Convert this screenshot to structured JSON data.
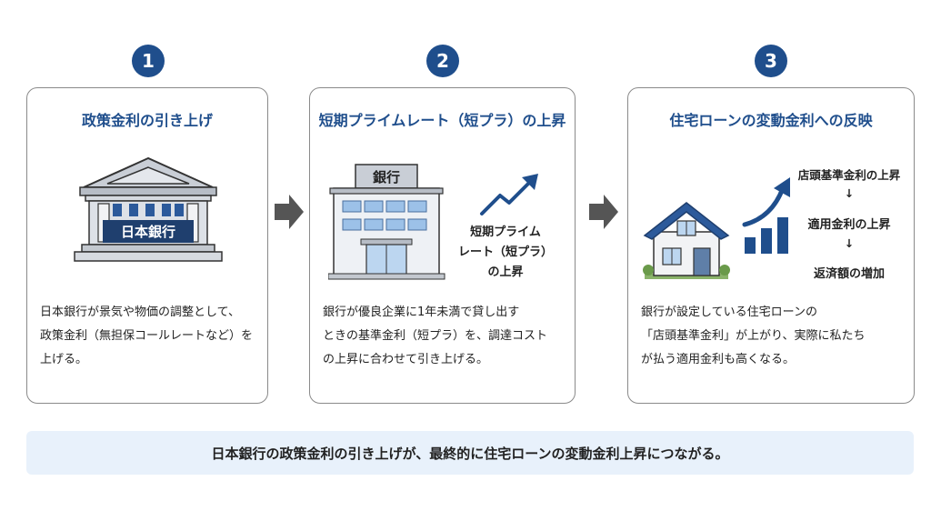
{
  "steps": [
    {
      "number": "1",
      "title": "政策金利の引き上げ",
      "building_sign": "日本銀行",
      "description": "日本銀行が景気や物価の調整として、\n政策金利（無担保コールレートなど）を\n上げる。"
    },
    {
      "number": "2",
      "title": "短期プライムレート（短プラ）の上昇",
      "building_sign": "銀行",
      "side_label": "短期プライム\nレート（短プラ）\nの上昇",
      "description": "銀行が優良企業に1年未満で貸し出す\nときの基準金利（短プラ）を、調達コスト\nの上昇に合わせて引き上げる。"
    },
    {
      "number": "3",
      "title": "住宅ローンの変動金利への反映",
      "flow": {
        "item1": "店頭基準金利の上昇",
        "arrow1": "↓",
        "item2": "適用金利の上昇",
        "arrow2": "↓",
        "item3": "返済額の増加"
      },
      "description": "銀行が設定している住宅ローンの\n「店頭基準金利」が上がり、実際に私たち\nが払う適用金利も高くなる。"
    }
  ],
  "summary": "日本銀行の政策金利の引き上げが、最終的に住宅ローンの変動金利上昇につながる。",
  "colors": {
    "accent": "#1f4e8c",
    "summary_bg": "#e8f1fb",
    "arrow": "#555555"
  }
}
